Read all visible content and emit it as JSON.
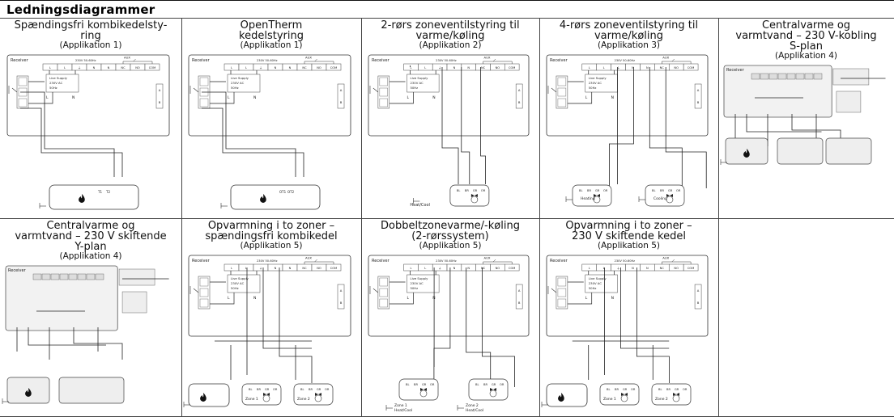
{
  "header": {
    "title": "Ledningsdiagrammer"
  },
  "cells": [
    {
      "title_lines": [
        "Spændingsfri kombikedelsty-",
        "ring"
      ],
      "app": "(Applikation 1)"
    },
    {
      "title_lines": [
        "OpenTherm",
        "kedelstyring"
      ],
      "app": "(Applikation 1)"
    },
    {
      "title_lines": [
        "2-rørs zoneventilstyring til",
        "varme/køling"
      ],
      "app": "(Applikation 2)"
    },
    {
      "title_lines": [
        "4-rørs zoneventilstyring til",
        "varme/køling"
      ],
      "app": "(Applikation 3)"
    },
    {
      "title_lines": [
        "Centralvarme og",
        "varmtvand – 230 V-kobling",
        "S-plan"
      ],
      "app": "(Applikation 4)"
    },
    {
      "title_lines": [
        "Centralvarme og",
        "varmtvand – 230 V skiftende",
        "Y-plan"
      ],
      "app": "(Applikation 4)"
    },
    {
      "title_lines": [
        "Opvarmning i to zoner –",
        "spændingsfri kombikedel"
      ],
      "app": "(Applikation 5)"
    },
    {
      "title_lines": [
        "Dobbeltzonevarme/-køling",
        "(2-rørssystem)"
      ],
      "app": "(Applikation 5)"
    },
    {
      "title_lines": [
        "Opvarmning i to zoner –",
        "230 V skiftende kedel"
      ],
      "app": "(Applikation 5)"
    }
  ],
  "diagram": {
    "receiver": "Receiver",
    "aux": "AUX",
    "voltage": "230V 50-60Hz",
    "terminals": [
      "L",
      "L",
      "⏚",
      "N",
      "N",
      "NC",
      "NO",
      "COM"
    ],
    "supply": [
      "Live Supply",
      "230V AC",
      "50Hz"
    ],
    "side": [
      "A",
      "B"
    ],
    "n": "N",
    "l": "L",
    "t1": "T1",
    "t2": "T2",
    "ot1": "OT1",
    "ot2": "OT2",
    "heatcool": "Heat/Cool",
    "heating": "Heating",
    "cooling": "Cooling",
    "zone1": "Zone 1",
    "zone2": "Zone 2",
    "valve_terms": [
      "BL",
      "BR",
      "GR",
      "OR"
    ]
  }
}
